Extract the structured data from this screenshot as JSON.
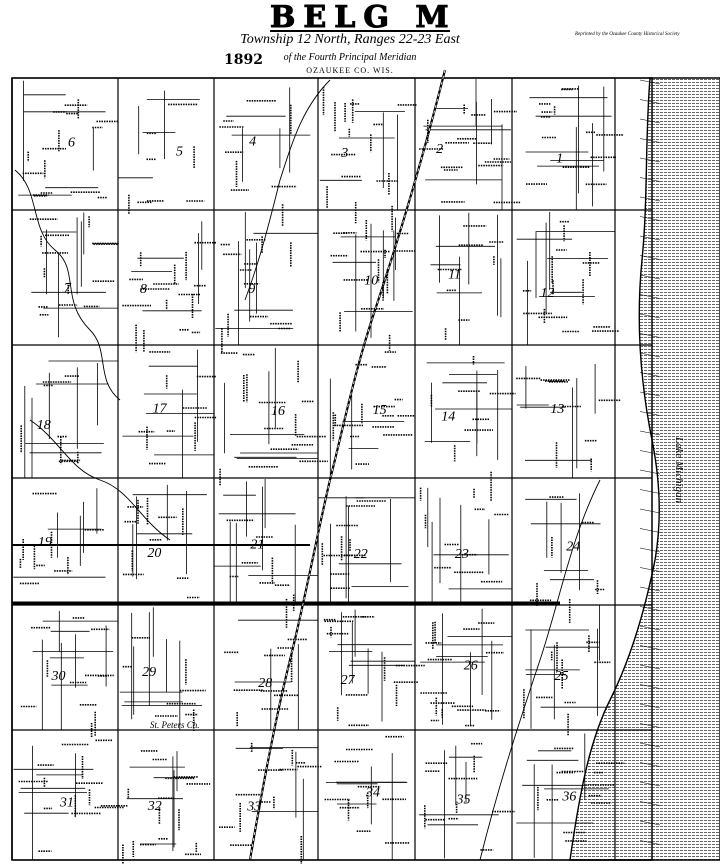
{
  "title": {
    "main": "BELG",
    "letter": "M",
    "township_line": "Township 12 North, Ranges 22-23 East",
    "meridian_line": "of the Fourth Principal Meridian",
    "county": "OZAUKEE CO. WIS.",
    "year": "1892",
    "credit": "Reprinted by the Ozaukee County Historical Society"
  },
  "sections": [
    "6",
    "5",
    "4",
    "3",
    "2",
    "1",
    "7",
    "8",
    "9",
    "10",
    "11",
    "12",
    "18",
    "17",
    "16",
    "15",
    "14",
    "13",
    "19",
    "20",
    "21",
    "22",
    "23",
    "24",
    "30",
    "29",
    "28",
    "27",
    "26",
    "25",
    "31",
    "32",
    "33",
    "34",
    "35",
    "36"
  ],
  "place_labels": [
    "Lake Michigan",
    "St. Peters Ch."
  ],
  "colors": {
    "ink": "#000000",
    "paper": "#ffffff"
  }
}
